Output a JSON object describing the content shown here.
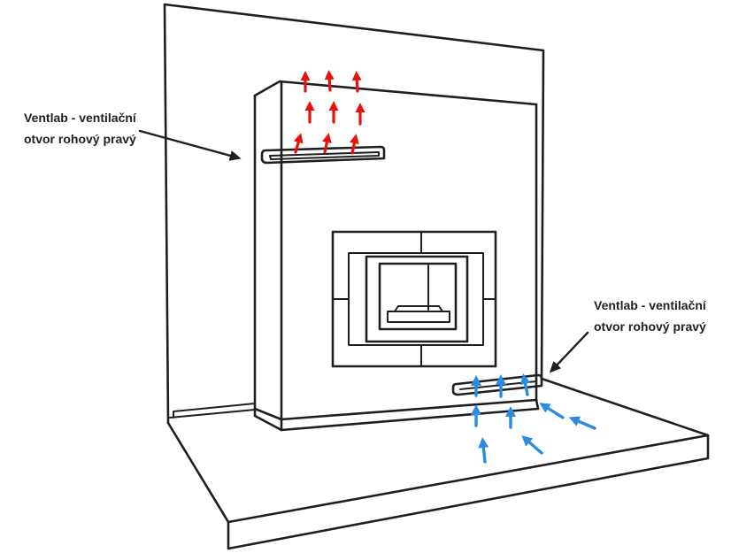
{
  "diagram": {
    "label_top": {
      "line1": "Ventlab - ventilační",
      "line2": "otvor rohový pravý"
    },
    "label_bottom": {
      "line1": "Ventlab - ventilační",
      "line2": "otvor rohový pravý"
    }
  },
  "colors": {
    "outline": "#1f1f1f",
    "hot_air": "#e8120c",
    "cold_air": "#2b8be0",
    "background": "#ffffff"
  }
}
